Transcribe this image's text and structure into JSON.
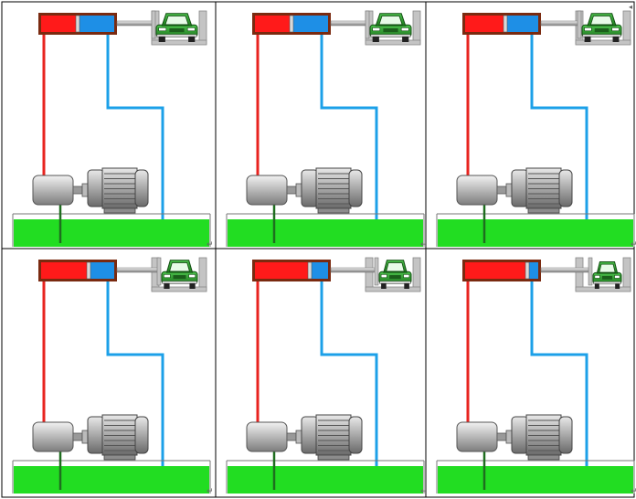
{
  "table": {
    "cell_end_mark": "↵",
    "border_color": "#000000"
  },
  "panels": [
    {
      "id": "p1",
      "cylinder_fill": 0.5,
      "car": "full"
    },
    {
      "id": "p2",
      "cylinder_fill": 0.5,
      "car": "full"
    },
    {
      "id": "p3",
      "cylinder_fill": 0.55,
      "car": "full"
    },
    {
      "id": "p4",
      "cylinder_fill": 0.65,
      "car": "full"
    },
    {
      "id": "p5",
      "cylinder_fill": 0.75,
      "car": "squeezed"
    },
    {
      "id": "p6",
      "cylinder_fill": 0.85,
      "car": "crushed"
    }
  ],
  "colors": {
    "cylinder_frame": "#7a2a10",
    "piston_chamber": "#ff1a1a",
    "rod_chamber": "#1e8fe6",
    "pressure_line": "#e8231f",
    "return_line": "#1ca0e8",
    "suction_pipe": "#1f6e1f",
    "tank_fluid": "#22dd22",
    "car_body": "#2aa02a",
    "stop_block": "#c4c4c4",
    "motor_metal": "#bdbdbd"
  },
  "icons": {
    "cylinder": "hydraulic-cylinder-icon",
    "car": "car-icon",
    "pump": "pump-icon",
    "motor": "electric-motor-icon",
    "tank": "oil-tank-icon"
  }
}
